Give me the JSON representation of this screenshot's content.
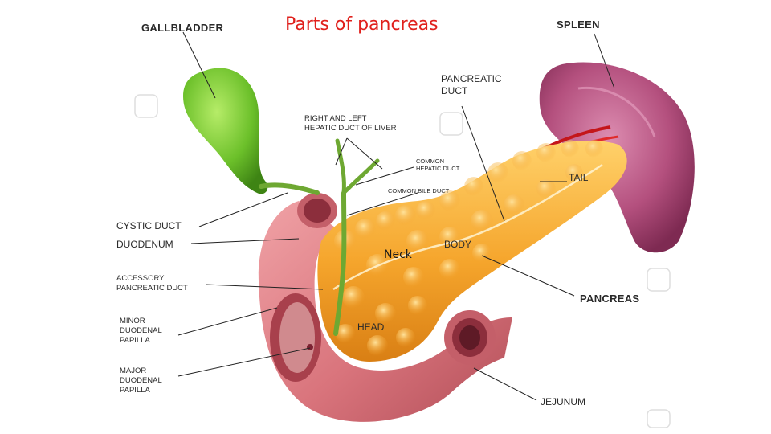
{
  "title": "Parts of pancreas",
  "labels": {
    "gallbladder": "GALLBLADDER",
    "spleen": "SPLEEN",
    "pancreatic_duct": "PANCREATIC\nDUCT",
    "hepatic_ducts": "RIGHT AND LEFT\nHEPATIC DUCT OF LIVER",
    "common_hepatic_duct": "COMMON\nHEPATIC DUCT",
    "common_bile_duct": "COMMON BILE DUCT",
    "tail": "TAIL",
    "cystic_duct": "CYSTIC DUCT",
    "duodenum": "DUODENUM",
    "neck": "Neck",
    "body": "BODY",
    "accessory_duct": "ACCESSORY\nPANCREATIC DUCT",
    "pancreas": "PANCREAS",
    "minor_papilla": "MINOR\nDUODENAL\nPAPILLA",
    "head": "HEAD",
    "major_papilla": "MAJOR\nDUODENAL\nPAPILLA",
    "jejunum": "JEJUNUM"
  },
  "colors": {
    "title": "#e0201c",
    "gallbladder": "#6cc02a",
    "spleen": "#b0507c",
    "pancreas": "#f2a52a",
    "duodenum": "#d9747c",
    "duct": "#7ab33a",
    "vessel": "#d01a1a"
  }
}
